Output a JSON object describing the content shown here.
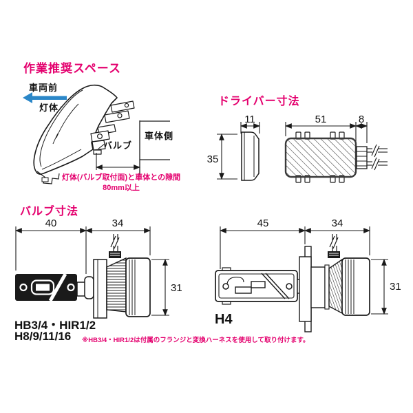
{
  "colors": {
    "accent_pink": "#e4006e",
    "arrow_blue": "#2b87c8",
    "line": "#1a1a1a"
  },
  "workspace": {
    "title": "作業推奨スペース",
    "labels": {
      "vehicle_front": "車両前",
      "lamp_body": "灯体",
      "bulb": "バルブ",
      "body_side": "車体側"
    },
    "gap_note": {
      "line1": "灯体(バルブ取付面)と車体との隙間",
      "line2": "80mm以上"
    }
  },
  "driver": {
    "title": "ドライバー寸法",
    "dims": {
      "side_width": "11",
      "length": "51",
      "connector": "8",
      "height": "35"
    }
  },
  "bulbs": {
    "title": "バルブ寸法",
    "left": {
      "dim_base": "40",
      "dim_head": "34",
      "dim_height": "31",
      "types_line1": "HB3/4・HIR1/2",
      "types_line2": "H8/9/11/16"
    },
    "right": {
      "dim_base": "45",
      "dim_head": "34",
      "dim_height": "31",
      "type": "H4"
    },
    "note": "※HB3/4・HIR1/2は付属のフランジと変換ハーネスを使用して取り付けます。"
  }
}
